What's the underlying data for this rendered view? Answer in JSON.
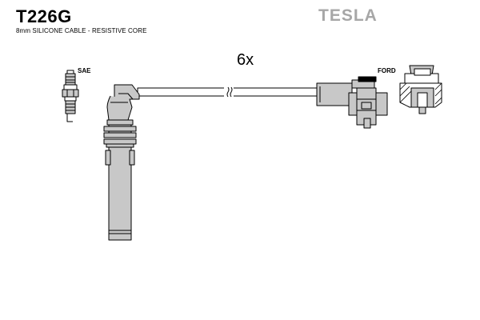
{
  "header": {
    "part_number": "T226G",
    "description": "8mm SILICONE CABLE - RESISTIVE CORE",
    "brand": "TESLA"
  },
  "drawing": {
    "quantity": "6x",
    "left_label": "SAE",
    "right_label": "FORD",
    "icons": {
      "spark_plug": "spark-plug-icon",
      "plug_boot": "spark-plug-boot-icon",
      "coil_boot": "coil-boot-icon",
      "coil_terminal": "coil-terminal-icon"
    },
    "colors": {
      "fill": "#c8c8c8",
      "line": "#000000",
      "brand": "#a7a7a7"
    }
  }
}
